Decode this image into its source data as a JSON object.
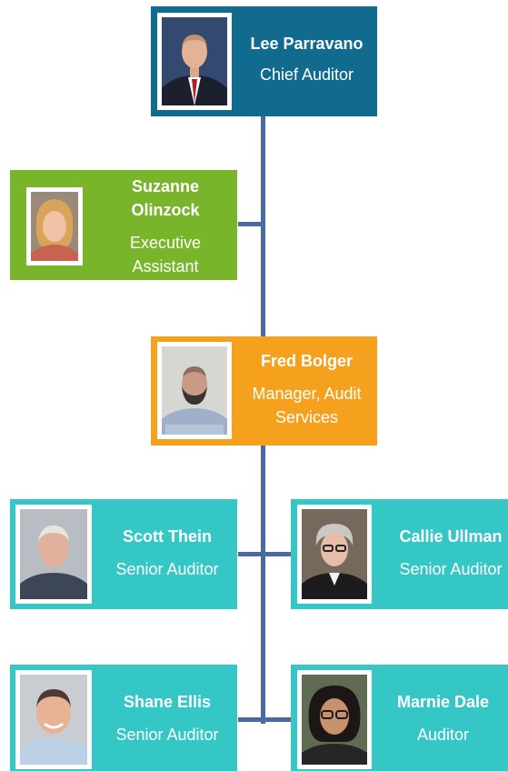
{
  "colors": {
    "navy": "#106b8e",
    "green": "#79b52a",
    "orange": "#f5a11e",
    "teal": "#35c6c6",
    "connector": "#4a6aa3"
  },
  "people": {
    "chief": {
      "name": "Lee Parravano",
      "title": "Chief Auditor"
    },
    "assistant": {
      "name_line1": "Suzanne",
      "name_line2": "Olinzock",
      "title_line1": "Executive",
      "title_line2": "Assistant"
    },
    "manager": {
      "name": "Fred Bolger",
      "title_line1": "Manager, Audit",
      "title_line2": "Services"
    },
    "scott": {
      "name": "Scott Thein",
      "title": "Senior Auditor"
    },
    "callie": {
      "name": "Callie Ullman",
      "title": "Senior Auditor"
    },
    "shane": {
      "name": "Shane Ellis",
      "title": "Senior Auditor"
    },
    "marnie": {
      "name": "Marnie Dale",
      "title": "Auditor"
    }
  }
}
